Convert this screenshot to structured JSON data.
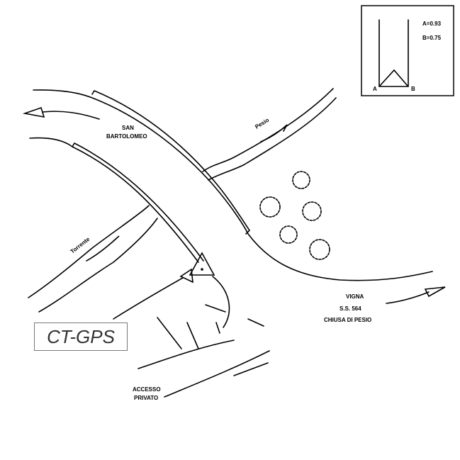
{
  "inset": {
    "label_a_value": "A=0.93",
    "label_b_value": "B=0.75",
    "point_a": "A",
    "point_b": "B"
  },
  "labels": {
    "san": "SAN",
    "bartolomeo": "BARTOLOMEO",
    "pesio": "Pesio",
    "torrente": "Torrente",
    "vigna": "VIGNA",
    "road_number": "S.S. 564",
    "chiusa": "CHIUSA DI PESIO",
    "accesso": "ACCESSO",
    "privato": "PRIVATO"
  },
  "badge": "CT-GPS"
}
